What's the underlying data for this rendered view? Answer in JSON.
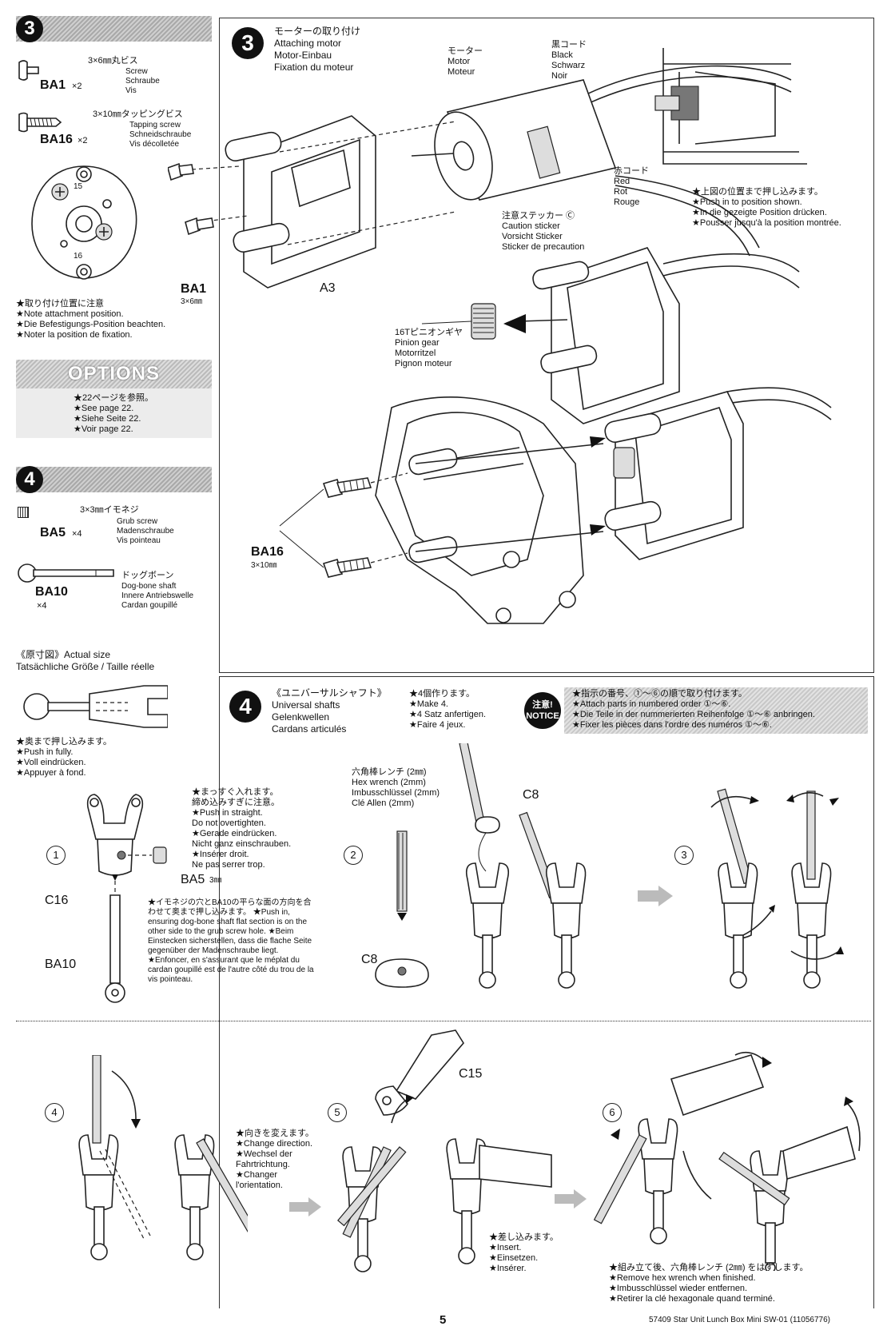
{
  "left": {
    "step3": {
      "number": "3",
      "ba1": {
        "id": "BA1",
        "qty": "×2",
        "jp": "3×6㎜丸ビス",
        "names": "Screw\nSchraube\nVis"
      },
      "ba16": {
        "id": "BA16",
        "qty": "×2",
        "jp": "3×10㎜タッピングビス",
        "names": "Tapping screw\nSchneidschraube\nVis décolletée"
      },
      "plate_labels": [
        "15",
        "16"
      ],
      "note": "★取り付け位置に注意\n★Note attachment position.\n★Die Befestigungs-Position beachten.\n★Noter la position de fixation."
    },
    "options": {
      "title": "OPTIONS",
      "text": "★22ページを参照。\n★See page 22.\n★Siehe Seite 22.\n★Voir page 22."
    },
    "step4": {
      "number": "4",
      "ba5": {
        "id": "BA5",
        "qty": "×4",
        "jp": "3×3㎜イモネジ",
        "names": "Grub screw\nMadenschraube\nVis pointeau"
      },
      "ba10": {
        "id": "BA10",
        "qty": "×4",
        "jp": "ドッグボーン",
        "names": "Dog-bone shaft\nInnere Antriebswelle\nCardan goupillé"
      },
      "actual_size": "《原寸図》Actual size\nTatsächliche Größe / Taille réelle",
      "push_note": "★奥まで押し込みます。\n★Push in fully.\n★Voll eindrücken.\n★Appuyer à fond."
    }
  },
  "step3_main": {
    "number": "3",
    "title": "モーターの取り付け\nAttaching motor\nMotor-Einbau\nFixation du moteur",
    "motor_label": "モーター\nMotor\nMoteur",
    "black_cord": "黒コード\nBlack\nSchwarz\nNoir",
    "red_cord": "赤コード\nRed\nRot\nRouge",
    "caution_sticker": "注意ステッカー Ⓒ\nCaution sticker\nVorsicht Sticker\nSticker de precaution",
    "push_position": "★上図の位置まで押し込みます。\n★Push in to position shown.\n★In die gezeigte Position drücken.\n★Pousser jusqu'à la position montrée.",
    "ba1_label": "BA1",
    "ba1_size": "3×6㎜",
    "a3_label": "A3",
    "pinion": "16Tピニオンギヤ\nPinion gear\nMotorritzel\nPignon moteur",
    "ba16_label": "BA16",
    "ba16_size": "3×10㎜"
  },
  "step4_main": {
    "number": "4",
    "title": "《ユニバーサルシャフト》\nUniversal shafts\nGelenkwellen\nCardans articulés",
    "make4": "★4個作ります。\n★Make 4.\n★4 Satz anfertigen.\n★Faire 4 jeux.",
    "notice_badge": "注意!\nNOTICE",
    "order_note": "★指示の番号、①～⑥の順で取り付けます。\n★Attach parts in numbered order ①～⑥.\n★Die Teile in der nummerierten Reihenfolge ①～⑥ anbringen.\n★Fixer les pièces dans l'ordre des numéros ①～⑥.",
    "sub1": {
      "num": "1",
      "straight": "★まっすぐ入れます。\n締め込みすぎに注意。\n★Push in straight.\nDo not overtighten.\n★Gerade eindrücken.\nNicht ganz einschrauben.\n★Insérer droit.\nNe pas serrer trop.",
      "c16": "C16",
      "ba5": "BA5",
      "ba5_size": "3㎜",
      "ba10": "BA10",
      "align": "★イモネジの穴とBA10の平らな面の方向を合わせて奥まで押し込みます。\n★Push in, ensuring dog-bone shaft flat section is on the other side to the grub screw hole.\n★Beim Einstecken sicherstellen, dass die flache Seite gegenüber der Madenschraube liegt.\n★Enfoncer, en s'assurant que le méplat du cardan goupillé est de l'autre côté du trou de la vis pointeau."
    },
    "sub2": {
      "num": "2",
      "hex": "六角棒レンチ (2㎜)\nHex wrench (2mm)\nImbusschlüssel (2mm)\nClé Allen (2mm)",
      "c8_a": "C8",
      "c8_b": "C8"
    },
    "sub3": {
      "num": "3"
    },
    "sub4": {
      "num": "4",
      "change": "★向きを変えます。\n★Change direction.\n★Wechsel der\nFahrtrichtung.\n★Changer\nl'orientation."
    },
    "sub5": {
      "num": "5",
      "c15": "C15",
      "insert": "★差し込みます。\n★Insert.\n★Einsetzen.\n★Insérer."
    },
    "sub6": {
      "num": "6",
      "remove": "★組み立て後、六角棒レンチ (2㎜) をはずします。\n★Remove hex wrench when finished.\n★Imbusschlüssel wieder entfernen.\n★Retirer la clé hexagonale quand terminé."
    }
  },
  "footer": {
    "page": "5",
    "doc": "57409 Star Unit Lunch Box Mini SW-01 (11056776)"
  }
}
